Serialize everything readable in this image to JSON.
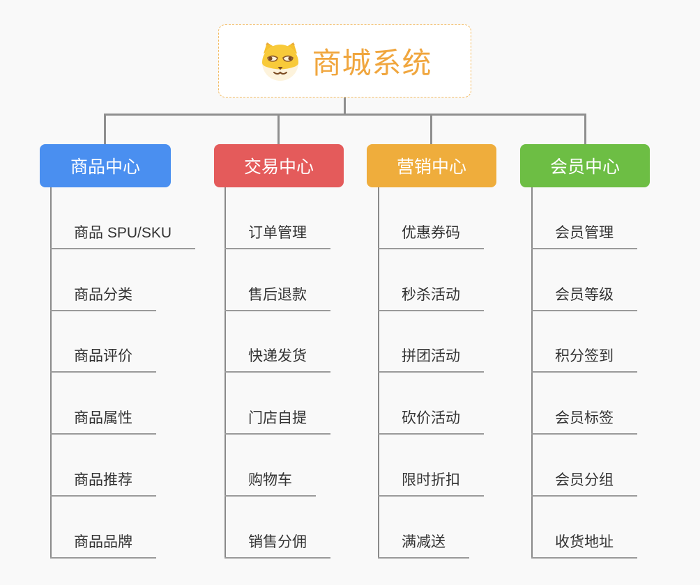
{
  "root": {
    "title": "商城系统",
    "icon": "shiba-dog-icon"
  },
  "branches": [
    {
      "label": "商品中心",
      "color": "#4a8ff0",
      "items": [
        "商品 SPU/SKU",
        "商品分类",
        "商品评价",
        "商品属性",
        "商品推荐",
        "商品品牌"
      ]
    },
    {
      "label": "交易中心",
      "color": "#e45b5b",
      "items": [
        "订单管理",
        "售后退款",
        "快递发货",
        "门店自提",
        "购物车",
        "销售分佣"
      ]
    },
    {
      "label": "营销中心",
      "color": "#efad3c",
      "items": [
        "优惠券码",
        "秒杀活动",
        "拼团活动",
        "砍价活动",
        "限时折扣",
        "满减送"
      ]
    },
    {
      "label": "会员中心",
      "color": "#6dbe44",
      "items": [
        "会员管理",
        "会员等级",
        "积分签到",
        "会员标签",
        "会员分组",
        "收货地址"
      ]
    }
  ],
  "colors": {
    "background": "#f9f9f9",
    "connector": "#8f8f8f",
    "trunk": "#8a8a8a",
    "item_underline": "#9a9a9a",
    "item_text": "#333333",
    "root_border": "#f3bb61",
    "root_title": "#f0a63e"
  }
}
